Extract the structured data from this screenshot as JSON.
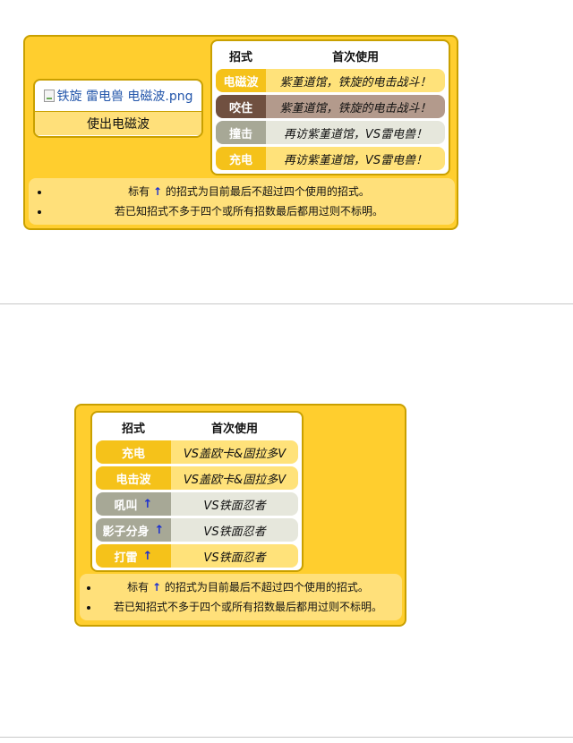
{
  "top_panel": {
    "image_alt": "铁旋 雷电兽 电磁波.png",
    "image_caption": "使出电磁波",
    "table_headers": {
      "move": "招式",
      "first_use": "首次使用"
    },
    "moves": [
      {
        "name": "电磁波",
        "first_use": "紫堇道馆，铁旋的电击战斗！",
        "type_color": "#f5c21a",
        "cell_color": "#ffe27a",
        "arrow": ""
      },
      {
        "name": "咬住",
        "first_use": "紫堇道馆，铁旋的电击战斗！",
        "type_color": "#705040",
        "cell_color": "#b39a8c",
        "arrow": ""
      },
      {
        "name": "撞击",
        "first_use": "再访紫堇道馆，VS雷电兽！",
        "type_color": "#a7a896",
        "cell_color": "#e6e7dc",
        "arrow": ""
      },
      {
        "name": "充电",
        "first_use": "再访紫堇道馆，VS雷电兽！",
        "type_color": "#f5c21a",
        "cell_color": "#ffe27a",
        "arrow": ""
      }
    ],
    "notes": {
      "note1_prefix": "标有",
      "arrow": "↑",
      "note1_suffix": "的招式为目前最后不超过四个使用的招式。",
      "note2": "若已知招式不多于四个或所有招数最后都用过则不标明。"
    }
  },
  "bottom_panel": {
    "table_headers": {
      "move": "招式",
      "first_use": "首次使用"
    },
    "moves": [
      {
        "name": "充电",
        "first_use": "VS盖欧卡&固拉多V",
        "type_color": "#f5c21a",
        "cell_color": "#ffe27a",
        "arrow": ""
      },
      {
        "name": "电击波",
        "first_use": "VS盖欧卡&固拉多V",
        "type_color": "#f5c21a",
        "cell_color": "#ffe27a",
        "arrow": ""
      },
      {
        "name": "吼叫",
        "first_use": "VS铁面忍者",
        "type_color": "#a7a896",
        "cell_color": "#e6e7dc",
        "arrow": "↑"
      },
      {
        "name": "影子分身",
        "first_use": "VS铁面忍者",
        "type_color": "#a7a896",
        "cell_color": "#e6e7dc",
        "arrow": "↑"
      },
      {
        "name": "打雷",
        "first_use": "VS铁面忍者",
        "type_color": "#f5c21a",
        "cell_color": "#ffe27a",
        "arrow": "↑"
      }
    ],
    "notes": {
      "note1_prefix": "标有",
      "arrow": "↑",
      "note1_suffix": "的招式为目前最后不超过四个使用的招式。",
      "note2": "若已知招式不多于四个或所有招数最后都用过则不标明。"
    }
  },
  "colors": {
    "panel_bg": "#ffce2e",
    "panel_border": "#c9a000",
    "note_bg": "#ffe07a",
    "arrow": "#1a2fd0"
  }
}
